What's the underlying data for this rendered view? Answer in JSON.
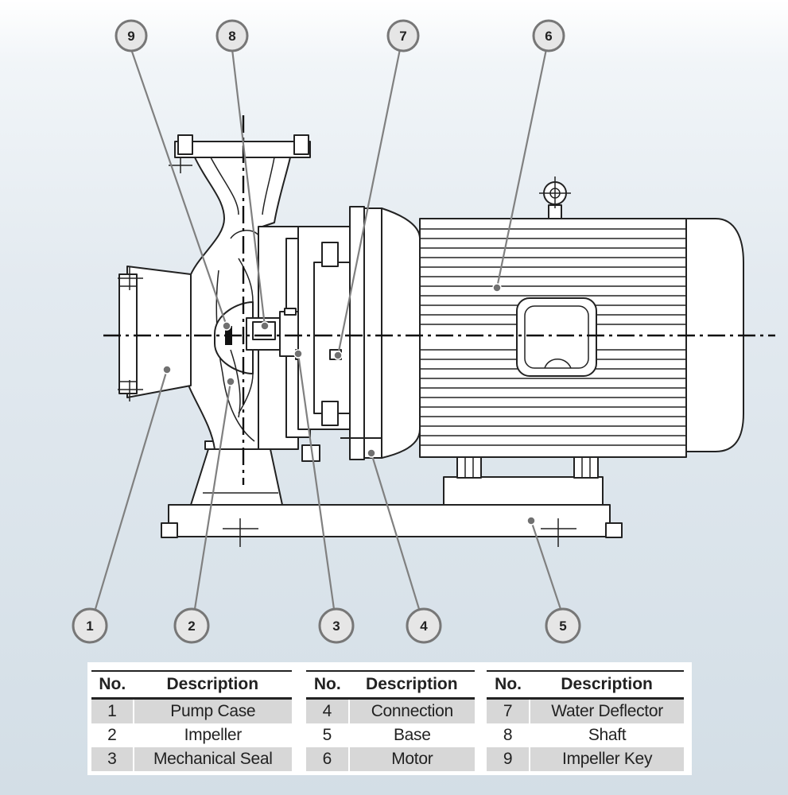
{
  "callouts": [
    "1",
    "2",
    "3",
    "4",
    "5",
    "6",
    "7",
    "8",
    "9"
  ],
  "legend": {
    "header_no": "No.",
    "header_desc": "Description",
    "parts": [
      {
        "no": "1",
        "desc": "Pump Case"
      },
      {
        "no": "2",
        "desc": "Impeller"
      },
      {
        "no": "3",
        "desc": "Mechanical Seal"
      },
      {
        "no": "4",
        "desc": "Connection"
      },
      {
        "no": "5",
        "desc": "Base"
      },
      {
        "no": "6",
        "desc": "Motor"
      },
      {
        "no": "7",
        "desc": "Water Deflector"
      },
      {
        "no": "8",
        "desc": "Shaft"
      },
      {
        "no": "9",
        "desc": "Impeller Key"
      }
    ]
  }
}
